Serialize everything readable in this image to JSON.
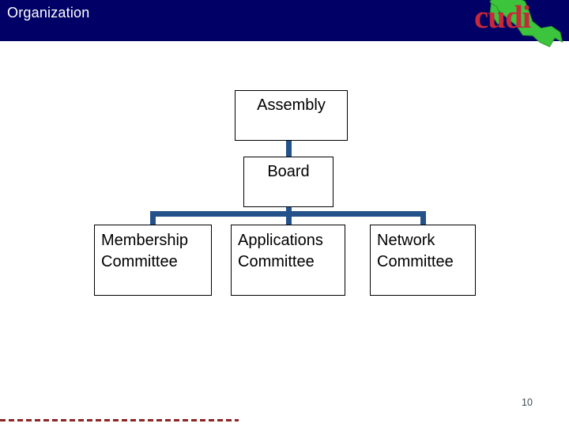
{
  "header": {
    "title": "Organization"
  },
  "logo": {
    "text": "cudi",
    "map_icon": "mexico-map"
  },
  "colors": {
    "header_bg": "#000066",
    "header_text": "#ffffff",
    "logo_text_red": "#c5293a",
    "map_green": "#3dc43d",
    "map_green_outline": "#2a9a2a",
    "connector_blue": "#24518a",
    "box_border": "#000000",
    "box_text": "#000000",
    "page_number_text": "#3c4c58",
    "dashed_line_red": "#8e2323"
  },
  "org_chart": {
    "type": "org-tree",
    "nodes": [
      {
        "id": "assembly",
        "label": "Assembly",
        "parent": null
      },
      {
        "id": "board",
        "label": "Board",
        "parent": "assembly"
      },
      {
        "id": "membership",
        "label": "Membership Committee",
        "parent": "board"
      },
      {
        "id": "applications",
        "label": "Applications Committee",
        "parent": "board"
      },
      {
        "id": "network",
        "label": "Network Committee",
        "parent": "board"
      }
    ]
  },
  "footer": {
    "page_number": "10"
  }
}
